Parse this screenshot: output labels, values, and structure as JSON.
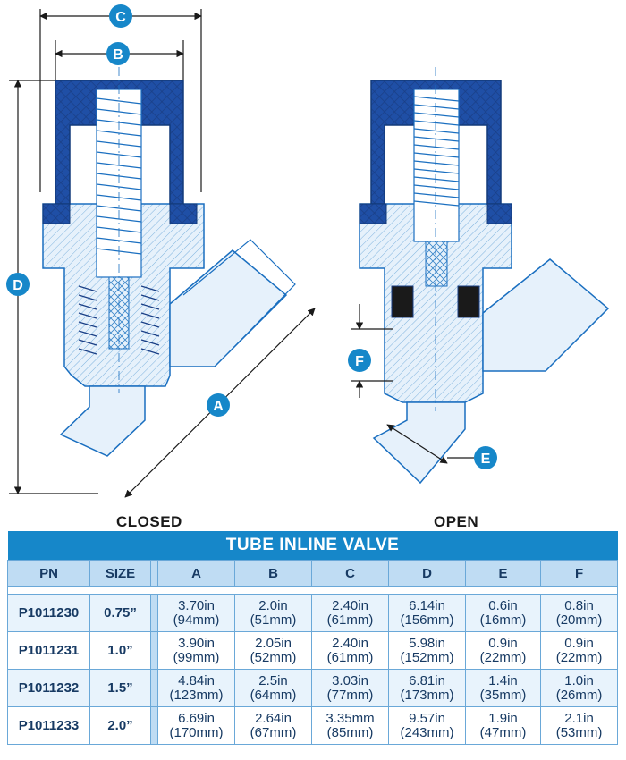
{
  "drawing": {
    "dimension_labels": [
      "C",
      "B",
      "D",
      "A",
      "F",
      "E"
    ],
    "views": {
      "closed": "CLOSED",
      "open": "OPEN"
    },
    "colors": {
      "cap": "#1f4fa6",
      "outline": "#1a6fc0",
      "body": "#e6f1fb",
      "dim": "#2277cc"
    }
  },
  "table": {
    "title": "TUBE INLINE VALVE",
    "headers": [
      "PN",
      "SIZE",
      "A",
      "B",
      "C",
      "D",
      "E",
      "F"
    ],
    "rows": [
      {
        "pn": "P1011230",
        "size": "0.75”",
        "cells": [
          [
            "3.70in",
            "(94mm)"
          ],
          [
            "2.0in",
            "(51mm)"
          ],
          [
            "2.40in",
            "(61mm)"
          ],
          [
            "6.14in",
            "(156mm)"
          ],
          [
            "0.6in",
            "(16mm)"
          ],
          [
            "0.8in",
            "(20mm)"
          ]
        ]
      },
      {
        "pn": "P1011231",
        "size": "1.0”",
        "cells": [
          [
            "3.90in",
            "(99mm)"
          ],
          [
            "2.05in",
            "(52mm)"
          ],
          [
            "2.40in",
            "(61mm)"
          ],
          [
            "5.98in",
            "(152mm)"
          ],
          [
            "0.9in",
            "(22mm)"
          ],
          [
            "0.9in",
            "(22mm)"
          ]
        ]
      },
      {
        "pn": "P1011232",
        "size": "1.5”",
        "cells": [
          [
            "4.84in",
            "(123mm)"
          ],
          [
            "2.5in",
            "(64mm)"
          ],
          [
            "3.03in",
            "(77mm)"
          ],
          [
            "6.81in",
            "(173mm)"
          ],
          [
            "1.4in",
            "(35mm)"
          ],
          [
            "1.0in",
            "(26mm)"
          ]
        ]
      },
      {
        "pn": "P1011233",
        "size": "2.0”",
        "cells": [
          [
            "6.69in",
            "(170mm)"
          ],
          [
            "2.64in",
            "(67mm)"
          ],
          [
            "3.35mm",
            "(85mm)"
          ],
          [
            "9.57in",
            "(243mm)"
          ],
          [
            "1.9in",
            "(47mm)"
          ],
          [
            "2.1in",
            "(53mm)"
          ]
        ]
      }
    ]
  }
}
